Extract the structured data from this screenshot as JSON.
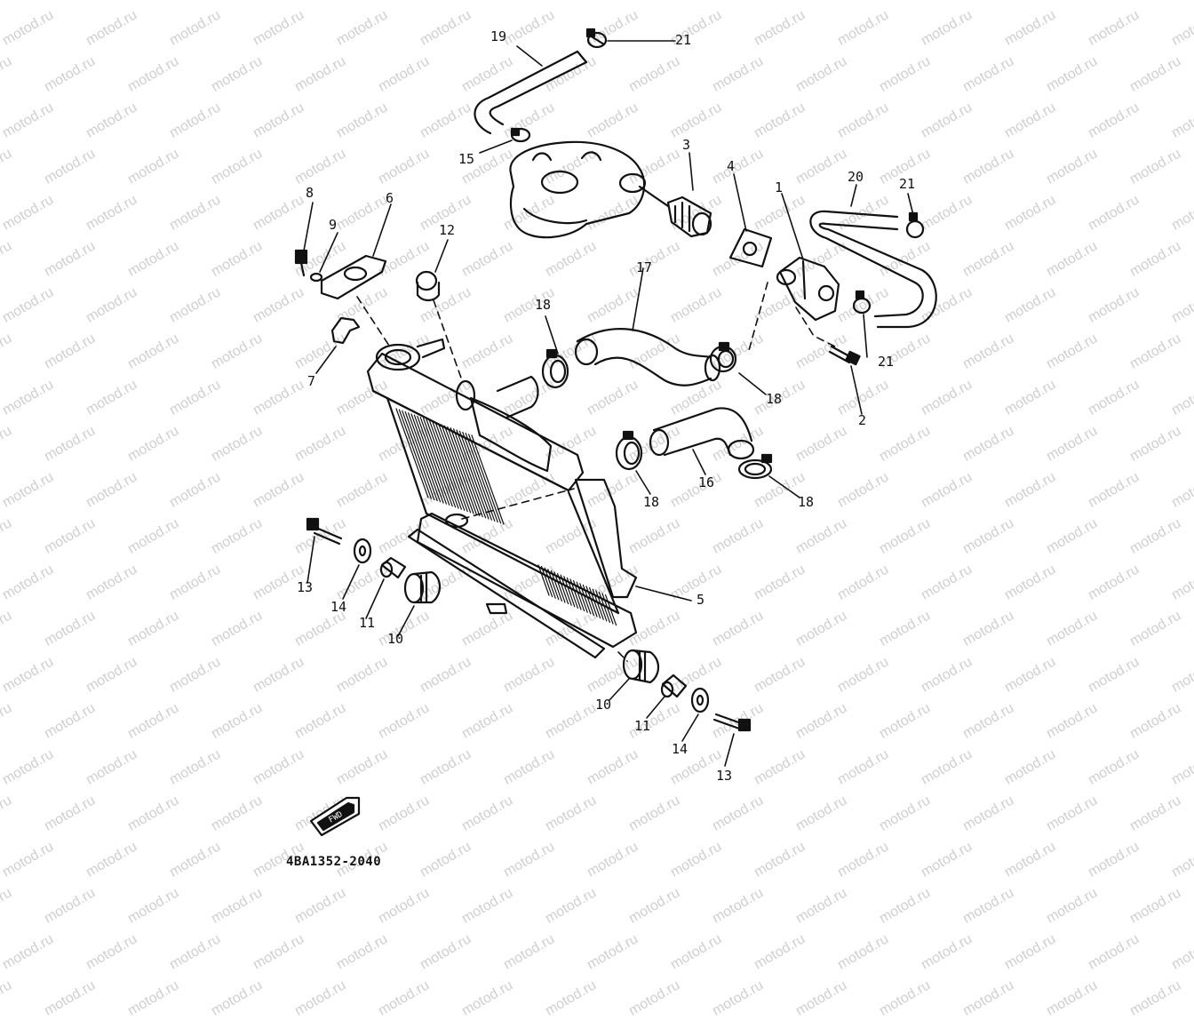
{
  "diagram": {
    "watermark": "motod.ru",
    "catalog_code": "4BA1352-2040",
    "direction_marker": "FWD",
    "callouts": [
      "1",
      "2",
      "3",
      "4",
      "5",
      "6",
      "7",
      "8",
      "9",
      "10",
      "10",
      "11",
      "11",
      "12",
      "13",
      "13",
      "14",
      "14",
      "15",
      "16",
      "17",
      "18",
      "18",
      "18",
      "18",
      "19",
      "20",
      "21",
      "21",
      "21"
    ],
    "line_color": "#111111",
    "watermark_color": "#cfcfcf"
  }
}
